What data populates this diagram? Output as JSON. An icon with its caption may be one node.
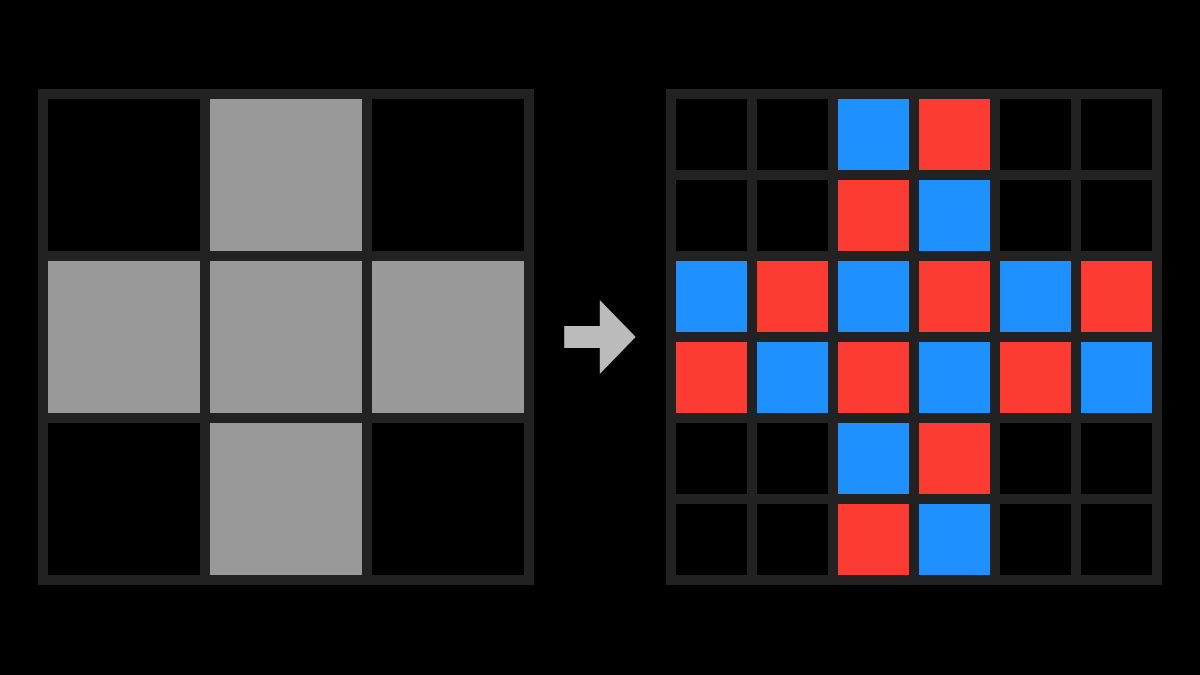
{
  "diagram": {
    "nodes": [
      {
        "text": [],
        "shape": "grid"
      },
      {
        "text": [],
        "shape": "grid"
      }
    ],
    "edges": [
      {
        "from": 0,
        "to": 1,
        "arrow": "to"
      }
    ]
  }
}
